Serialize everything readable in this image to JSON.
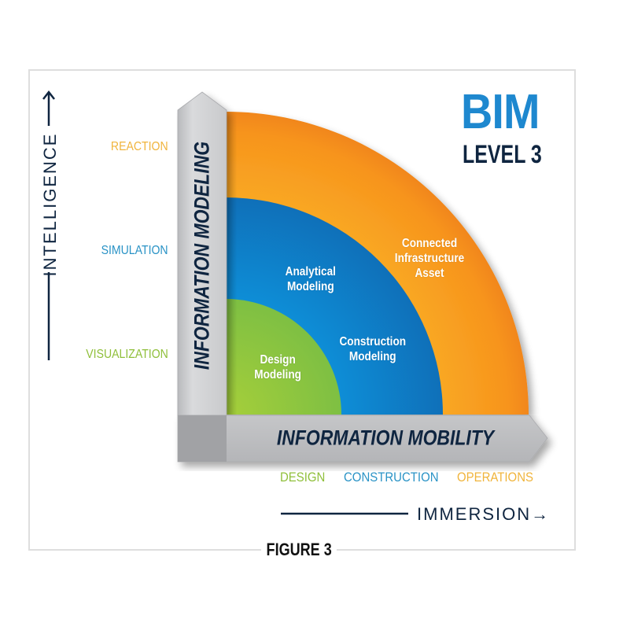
{
  "title": {
    "main": "BIM",
    "sub": "LEVEL 3"
  },
  "figure_label": "FIGURE 3",
  "axes": {
    "y_axis": "INTELLIGENCE",
    "x_axis": "IMMERSION",
    "y_levels": [
      {
        "label": "REACTION",
        "color": "#f0b43c"
      },
      {
        "label": "SIMULATION",
        "color": "#2a93c6"
      },
      {
        "label": "VISUALIZATION",
        "color": "#8fbf3a"
      }
    ],
    "x_levels": [
      {
        "label": "DESIGN",
        "color": "#8fbf3a"
      },
      {
        "label": "CONSTRUCTION",
        "color": "#2a93c6"
      },
      {
        "label": "OPERATIONS",
        "color": "#f0b43c"
      }
    ]
  },
  "bars": {
    "vertical": "INFORMATION MODELING",
    "horizontal": "INFORMATION MOBILITY"
  },
  "rings": [
    {
      "name": "design",
      "lines": [
        "Design",
        "Modeling"
      ],
      "color": "#8cc63f"
    },
    {
      "name": "construction",
      "lines": [
        "Construction",
        "Modeling"
      ],
      "color": "#1580cf"
    },
    {
      "name": "analytical",
      "lines": [
        "Analytical",
        "Modeling"
      ],
      "color": "#1580cf"
    },
    {
      "name": "infrastructure",
      "lines": [
        "Connected",
        "Infrastructure",
        "Asset"
      ],
      "color": "#f7941d"
    }
  ],
  "colors": {
    "navy": "#0f2540",
    "orange": "#f7941d",
    "blue": "#1580cf",
    "green": "#8cc63f",
    "bar_gray": "#c8c9cb"
  }
}
